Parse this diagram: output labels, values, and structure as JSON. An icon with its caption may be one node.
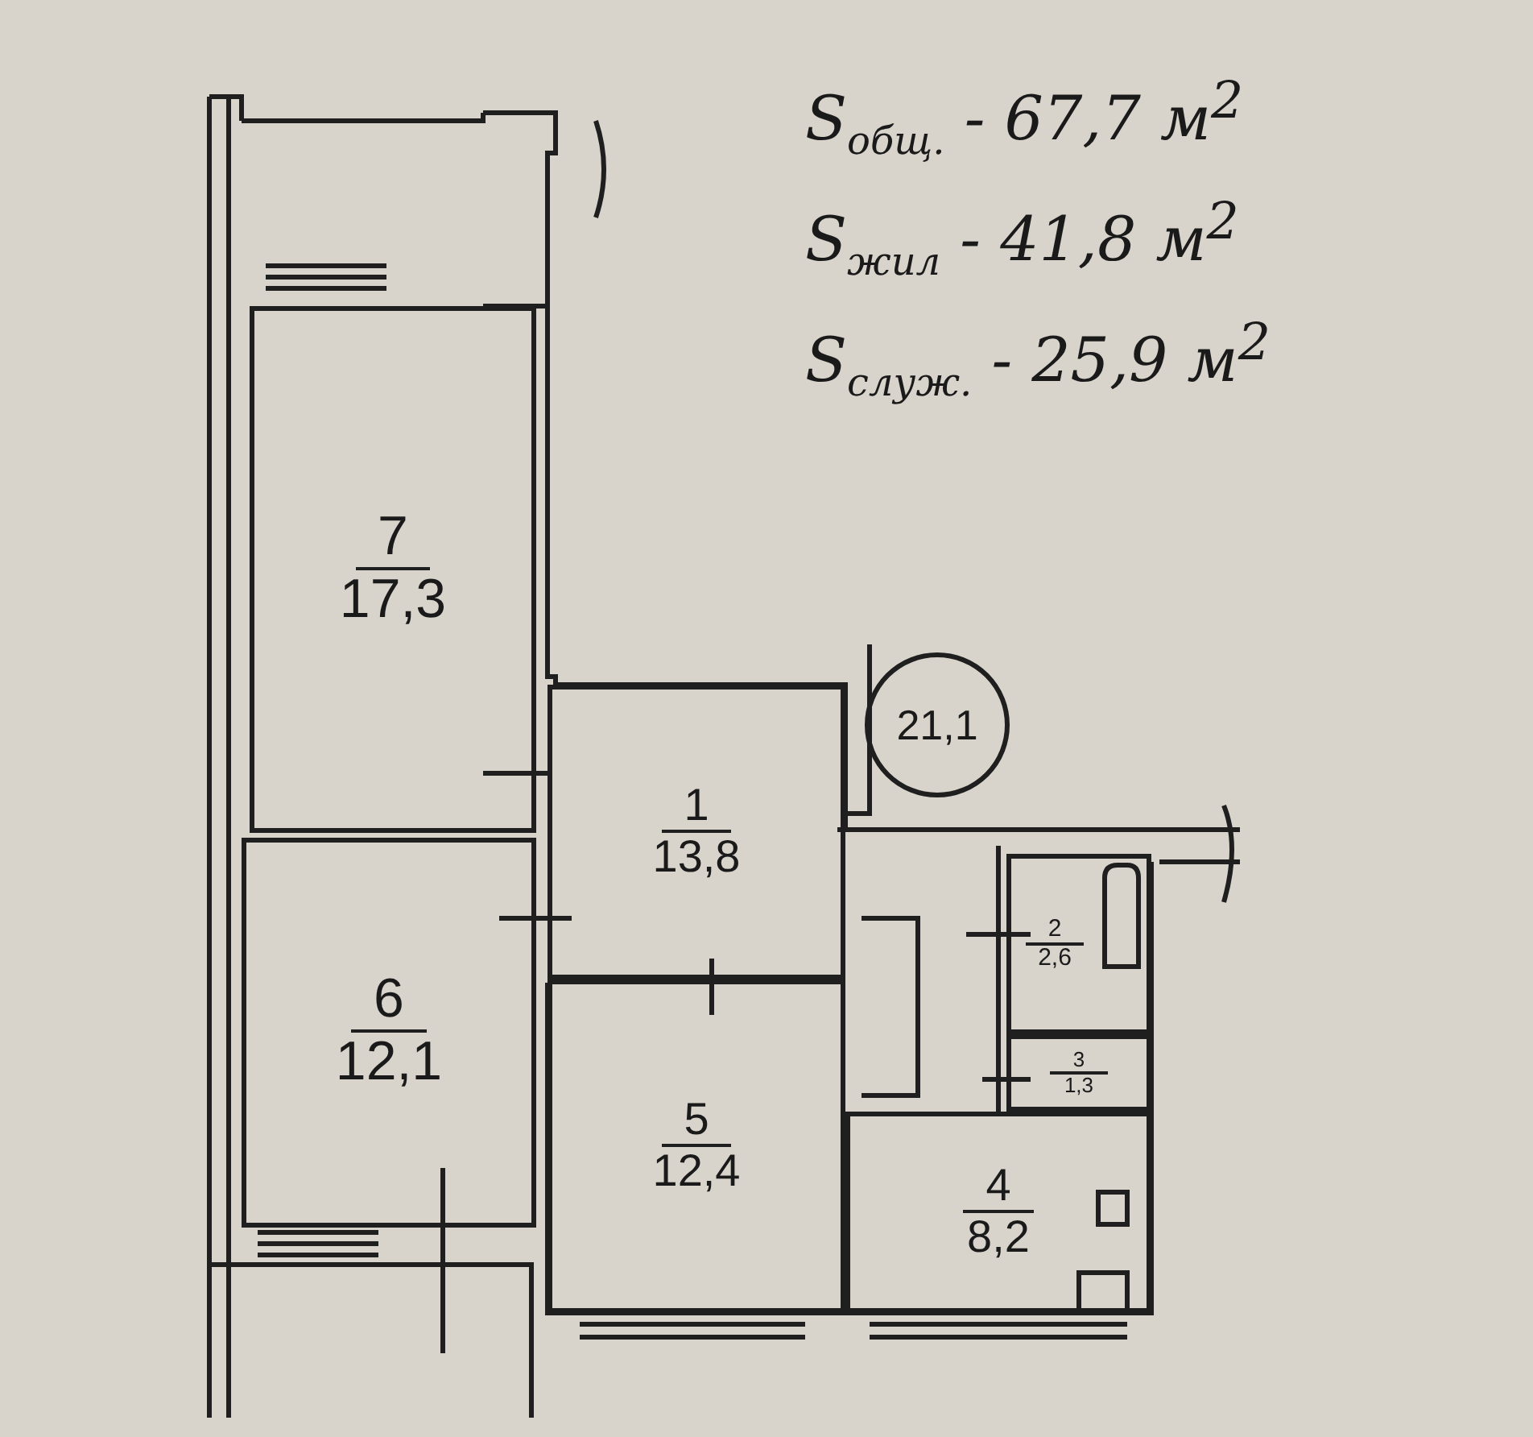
{
  "diagram": {
    "nodes": [
      {
        "text": [
          "7",
          "17,3"
        ]
      },
      {
        "text": [
          "1",
          "13,8"
        ]
      },
      {
        "text": [
          "21,1"
        ]
      },
      {
        "text": [
          "2",
          "2,6"
        ]
      },
      {
        "text": [
          "3",
          "1,3"
        ]
      },
      {
        "text": [
          "6",
          "12,1"
        ]
      },
      {
        "text": [
          "5",
          "12,4"
        ]
      },
      {
        "text": [
          "4",
          "8,2"
        ]
      }
    ],
    "labels": [
      "S$_{общ.}$ - 67,7 м$^{2}$",
      "S$_{жил}$ - 41,8 м$^{2}$",
      "S$_{служ.}$ - 25,9 м$^{2}$"
    ]
  }
}
